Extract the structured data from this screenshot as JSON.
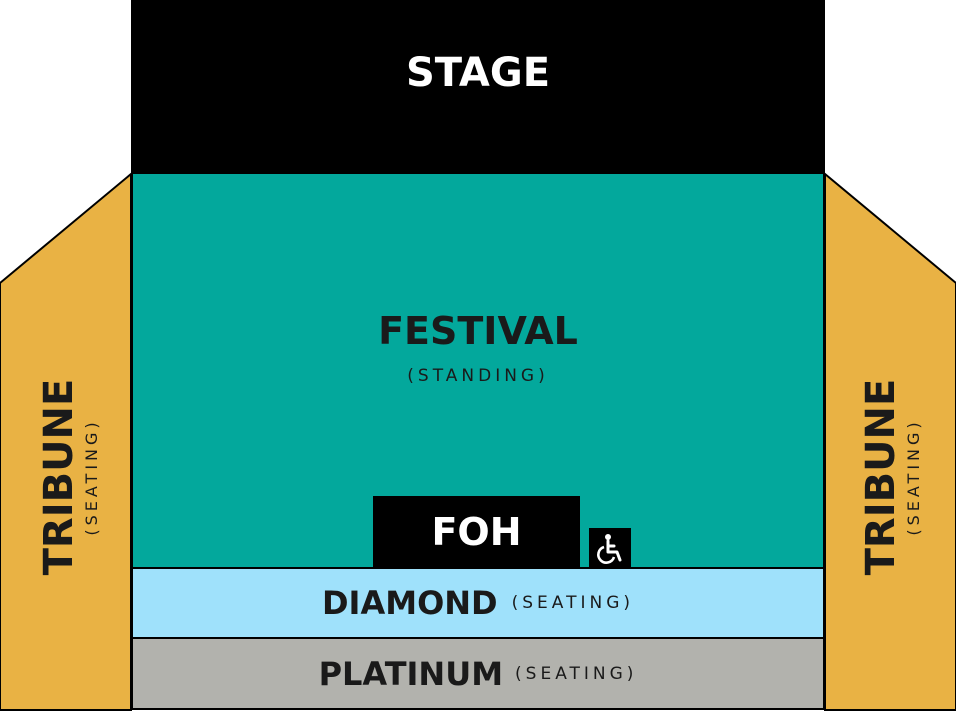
{
  "stage": {
    "label": "STAGE"
  },
  "festival": {
    "label": "FESTIVAL",
    "sub": "(STANDING)"
  },
  "foh": {
    "label": "FOH"
  },
  "accessibility": {
    "icon": "wheelchair-icon"
  },
  "diamond": {
    "label": "DIAMOND",
    "sub": "(SEATING)"
  },
  "platinum": {
    "label": "PLATINUM",
    "sub": "(SEATING)"
  },
  "tribune_left": {
    "label": "TRIBUNE",
    "sub": "(SEATING)"
  },
  "tribune_right": {
    "label": "TRIBUNE",
    "sub": "(SEATING)"
  },
  "colors": {
    "stage": "#000000",
    "festival": "#03a89c",
    "diamond": "#9fe1fb",
    "platinum": "#b2b2ad",
    "tribune": "#e9b244"
  }
}
